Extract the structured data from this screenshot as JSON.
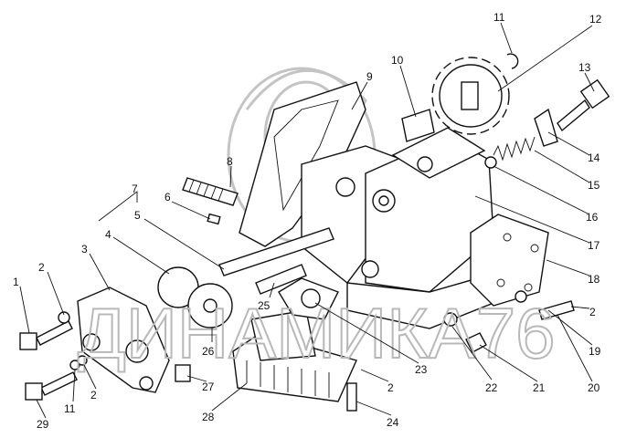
{
  "diagram": {
    "watermark": "ДИНАМИКА76",
    "callouts": [
      "11",
      "12",
      "13",
      "10",
      "9",
      "14",
      "15",
      "16",
      "17",
      "18",
      "8",
      "7",
      "6",
      "5",
      "4",
      "3",
      "2",
      "1",
      "25",
      "26",
      "2",
      "19",
      "20",
      "21",
      "22",
      "23",
      "2",
      "24",
      "27",
      "28",
      "2",
      "11",
      "29"
    ]
  }
}
